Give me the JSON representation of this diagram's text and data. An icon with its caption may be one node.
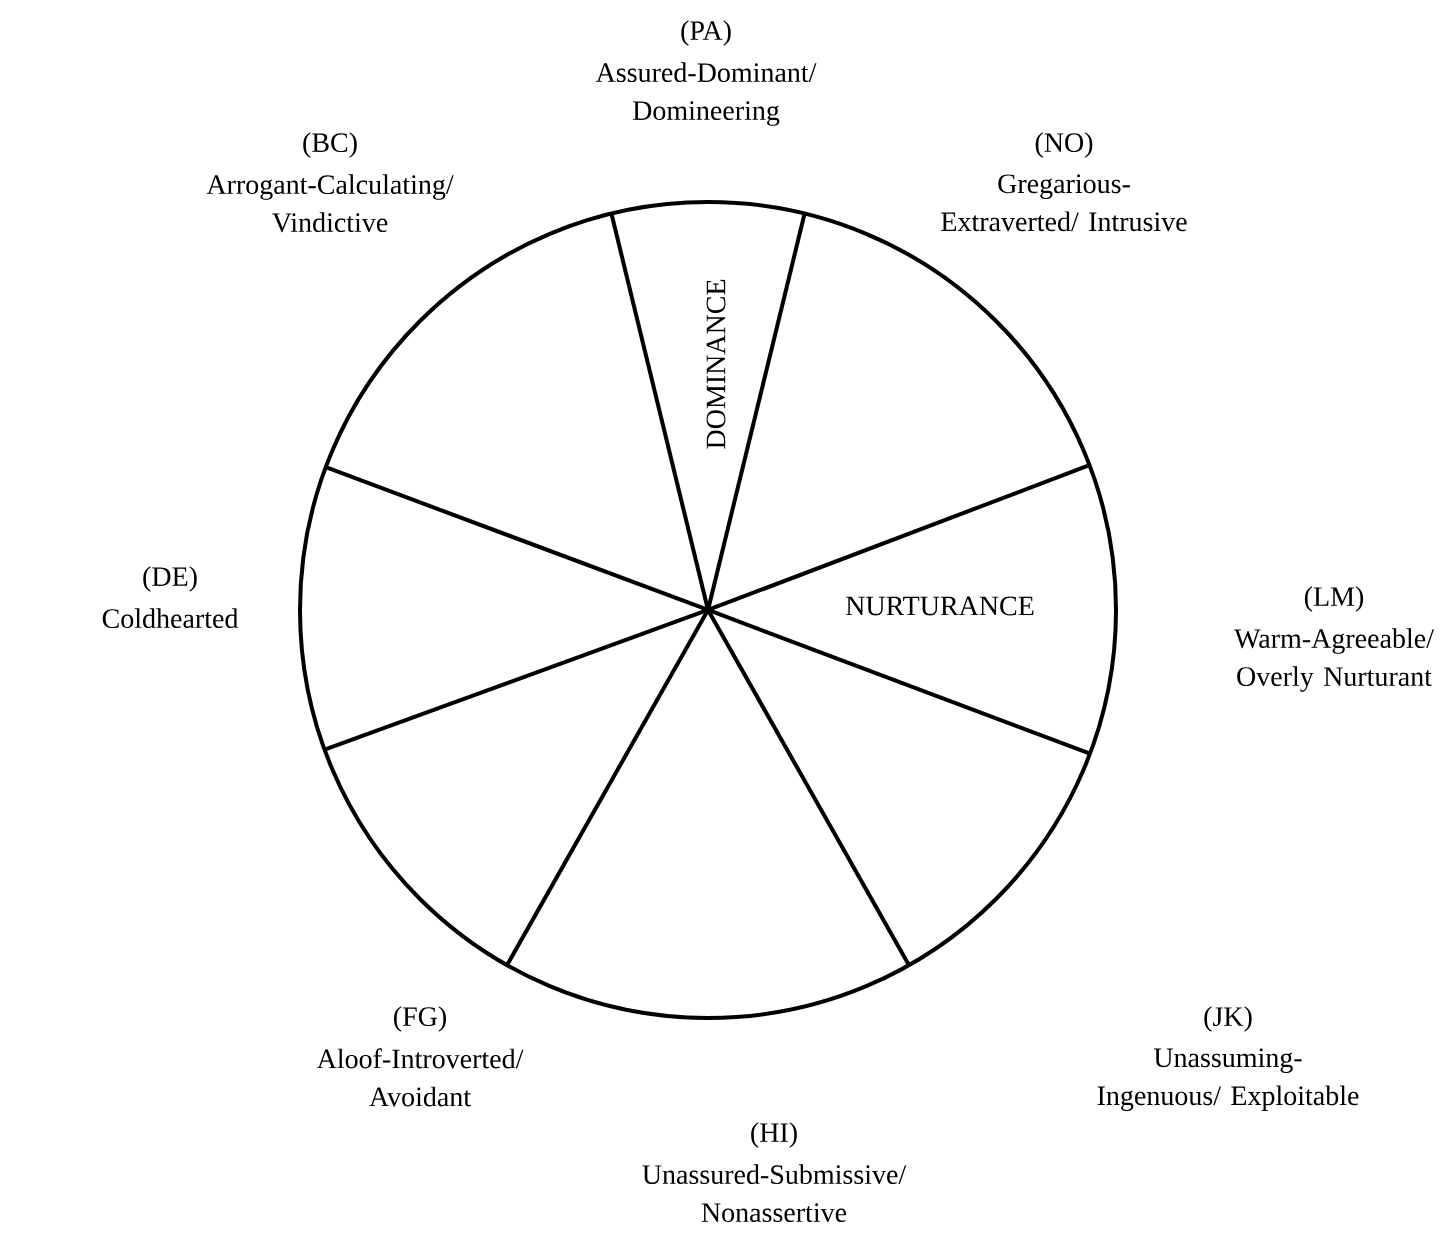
{
  "diagram": {
    "labels": [
      "(PA)",
      "Assured-Dominant/ Domineering",
      "(BC)",
      "Arrogant-Calculating/ Vindictive",
      "(NO)",
      "Gregarious-Extraverted/ Intrusive",
      "DOMINANCE",
      "(DE)",
      "Coldhearted",
      "(LM)",
      "Warm-Agreeable/ Overly Nurturant",
      "NURTURANCE",
      "(FG)",
      "Aloof-Introverted/ Avoidant",
      "(JK)",
      "Unassuming-Ingenuous/ Exploitable",
      "(HI)",
      "Unassured-Submissive/ Nonassertive"
    ]
  }
}
